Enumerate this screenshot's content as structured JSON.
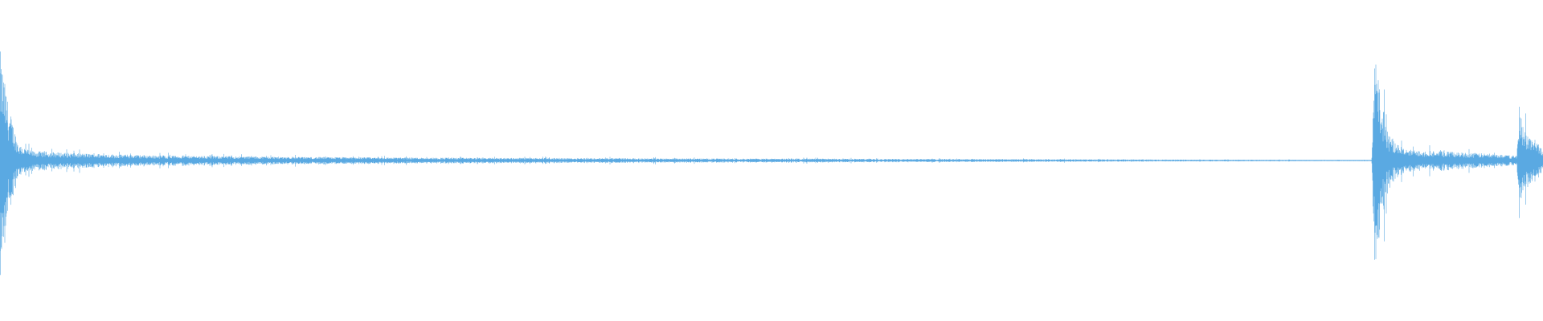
{
  "waveform": {
    "color": "#5aa9e2",
    "background": "#ffffff",
    "envelope": [
      {
        "t": 0.0,
        "amp": 0.7
      },
      {
        "t": 0.002,
        "amp": 0.55
      },
      {
        "t": 0.006,
        "amp": 0.32
      },
      {
        "t": 0.012,
        "amp": 0.1
      },
      {
        "t": 0.02,
        "amp": 0.06
      },
      {
        "t": 0.05,
        "amp": 0.045
      },
      {
        "t": 0.1,
        "amp": 0.032
      },
      {
        "t": 0.2,
        "amp": 0.022
      },
      {
        "t": 0.3,
        "amp": 0.017
      },
      {
        "t": 0.45,
        "amp": 0.013
      },
      {
        "t": 0.6,
        "amp": 0.01
      },
      {
        "t": 0.75,
        "amp": 0.006
      },
      {
        "t": 0.885,
        "amp": 0.003
      },
      {
        "t": 0.889,
        "amp": 0.003
      },
      {
        "t": 0.891,
        "amp": 0.65
      },
      {
        "t": 0.895,
        "amp": 0.4
      },
      {
        "t": 0.9,
        "amp": 0.16
      },
      {
        "t": 0.91,
        "amp": 0.07
      },
      {
        "t": 0.96,
        "amp": 0.045
      },
      {
        "t": 0.983,
        "amp": 0.03
      },
      {
        "t": 0.985,
        "amp": 0.32
      },
      {
        "t": 0.99,
        "amp": 0.16
      },
      {
        "t": 1.0,
        "amp": 0.08
      }
    ]
  }
}
